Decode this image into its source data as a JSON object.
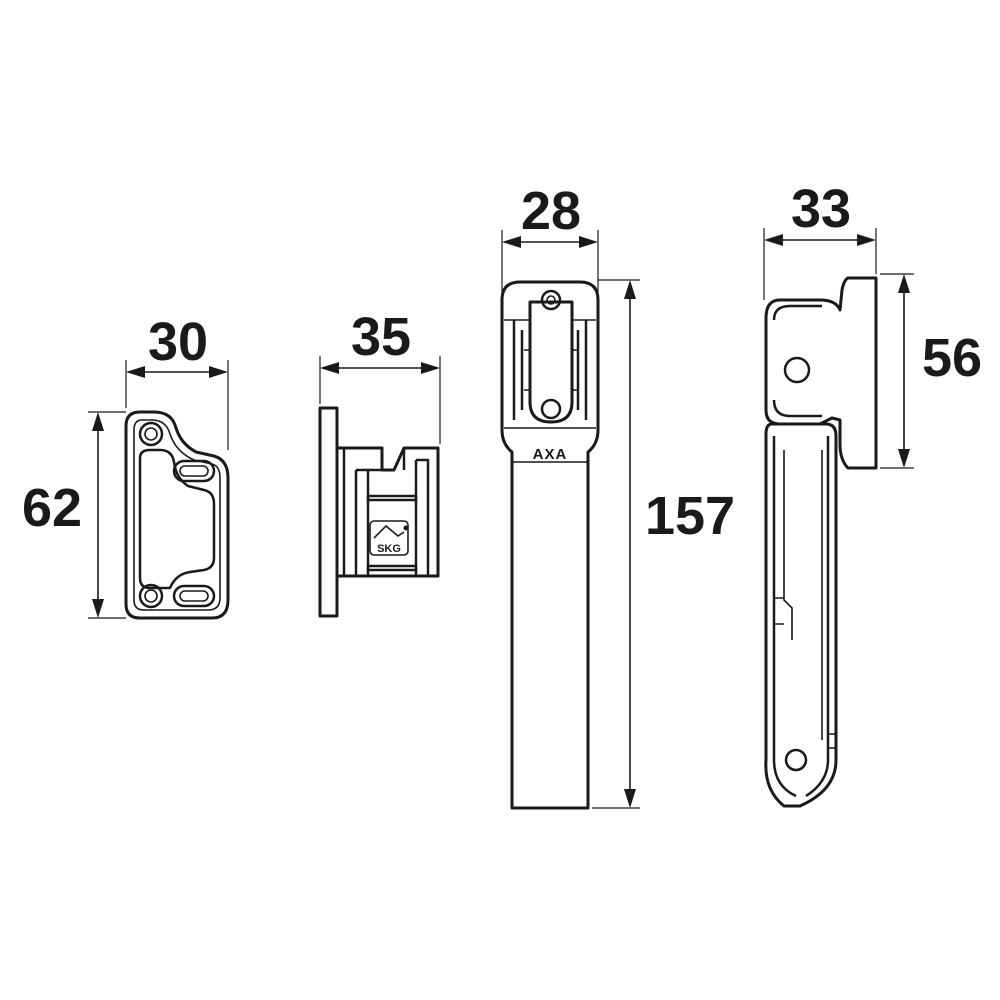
{
  "dimensions": {
    "keep_width": "30",
    "keep_height": "62",
    "side_keep_width": "35",
    "handle_width": "28",
    "handle_length": "157",
    "side_handle_width": "33",
    "side_handle_height": "56"
  },
  "labels": {
    "brand": "AXA",
    "certification": "SKG"
  }
}
